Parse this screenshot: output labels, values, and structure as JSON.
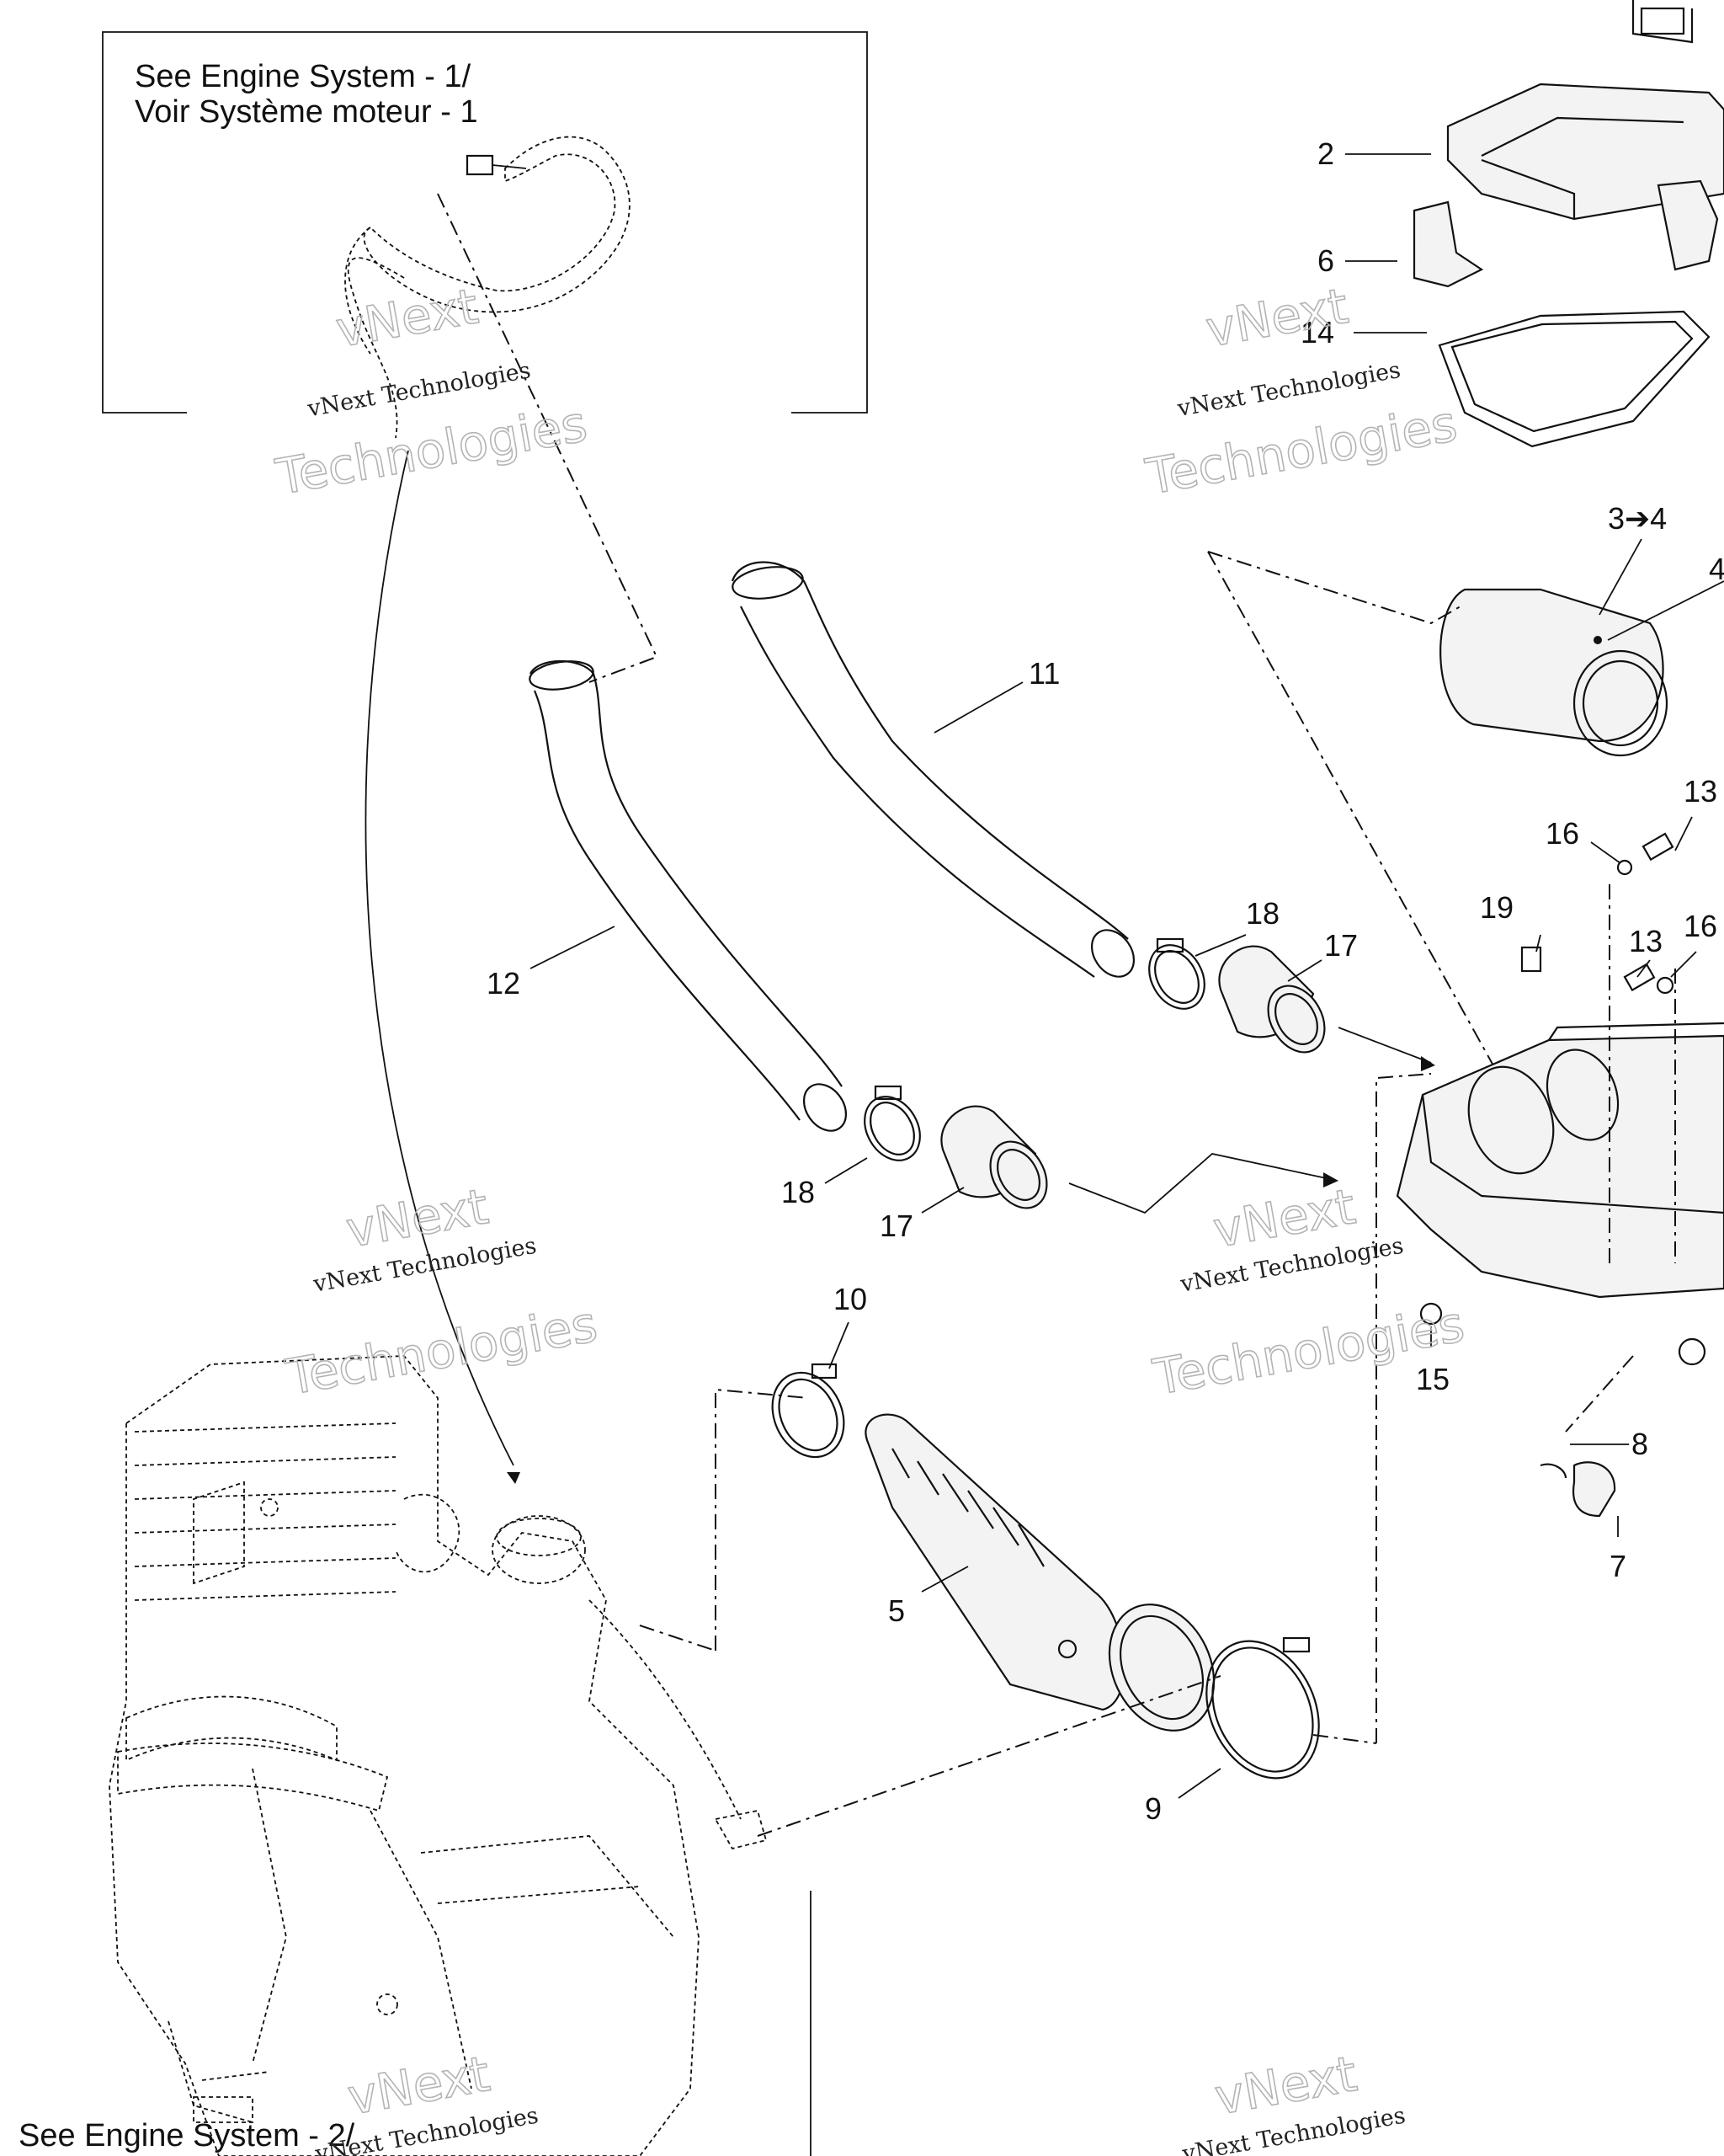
{
  "notes": {
    "top_ref_line1": "See Engine System - 1/",
    "top_ref_line2": "Voir Système moteur - 1",
    "bottom_ref": "See Engine System - 2/"
  },
  "watermark": {
    "brand": "vNext",
    "word": "Technologies",
    "small": "vNext Technologies"
  },
  "labels": {
    "p2": "2",
    "p6": "6",
    "p14": "14",
    "p34": "3➔4",
    "p4": "4",
    "p11": "11",
    "p12": "12",
    "p13a": "13",
    "p16a": "16",
    "p19": "19",
    "p13b": "13",
    "p16b": "16",
    "p18a": "18",
    "p17a": "17",
    "p18b": "18",
    "p17b": "17",
    "p10": "10",
    "p15": "15",
    "p8": "8",
    "p7": "7",
    "p5": "5",
    "p9": "9"
  }
}
